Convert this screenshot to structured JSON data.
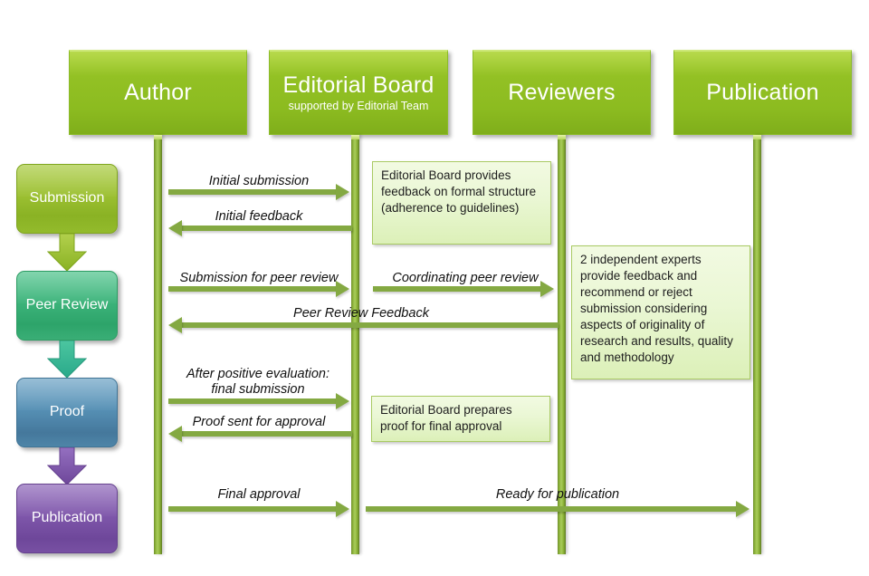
{
  "diagram": {
    "title": "Publication workflow sequence diagram",
    "background": "#ffffff"
  },
  "colors": {
    "lane_green": "#93c124",
    "arrow_green": "#84a942",
    "note_green": "#eaf7d4",
    "stage_submission": "#9cc032",
    "stage_peer_review": "#3cb37a",
    "stage_proof": "#5690b5",
    "stage_publication": "#7f57ab"
  },
  "lanes": [
    {
      "title": "Author",
      "subtitle": ""
    },
    {
      "title": "Editorial Board",
      "subtitle": "supported by Editorial Team"
    },
    {
      "title": "Reviewers",
      "subtitle": ""
    },
    {
      "title": "Publication",
      "subtitle": ""
    }
  ],
  "stages": [
    {
      "label": "Submission",
      "color": "#9cc032"
    },
    {
      "label": "Peer\nReview",
      "color": "#3cb37a"
    },
    {
      "label": "Proof",
      "color": "#5690b5"
    },
    {
      "label": "Publication",
      "color": "#7f57ab"
    }
  ],
  "notes": [
    {
      "text": "Editorial Board provides feedback on formal structure (adherence to guidelines)"
    },
    {
      "text": "2 independent experts provide feedback and recommend  or reject submission  considering aspects of originality of research and results, quality and methodology"
    },
    {
      "text": "Editorial Board prepares proof for final approval"
    }
  ],
  "messages": [
    {
      "label": "Initial submission",
      "from": "Author",
      "to": "Editorial Board",
      "direction": "right"
    },
    {
      "label": "Initial feedback",
      "from": "Editorial Board",
      "to": "Author",
      "direction": "left"
    },
    {
      "label": "Submission for peer review",
      "from": "Author",
      "to": "Editorial Board",
      "direction": "right"
    },
    {
      "label": "Coordinating peer review",
      "from": "Editorial Board",
      "to": "Reviewers",
      "direction": "right"
    },
    {
      "label": "Peer Review Feedback",
      "from": "Reviewers",
      "to": "Author",
      "direction": "left"
    },
    {
      "label": "After positive evaluation:\nfinal submission",
      "from": "Author",
      "to": "Editorial Board",
      "direction": "right"
    },
    {
      "label": "Proof sent for approval",
      "from": "Editorial Board",
      "to": "Author",
      "direction": "left"
    },
    {
      "label": "Final approval",
      "from": "Author",
      "to": "Editorial Board",
      "direction": "right"
    },
    {
      "label": "Ready for publication",
      "from": "Editorial Board",
      "to": "Publication",
      "direction": "right"
    }
  ]
}
